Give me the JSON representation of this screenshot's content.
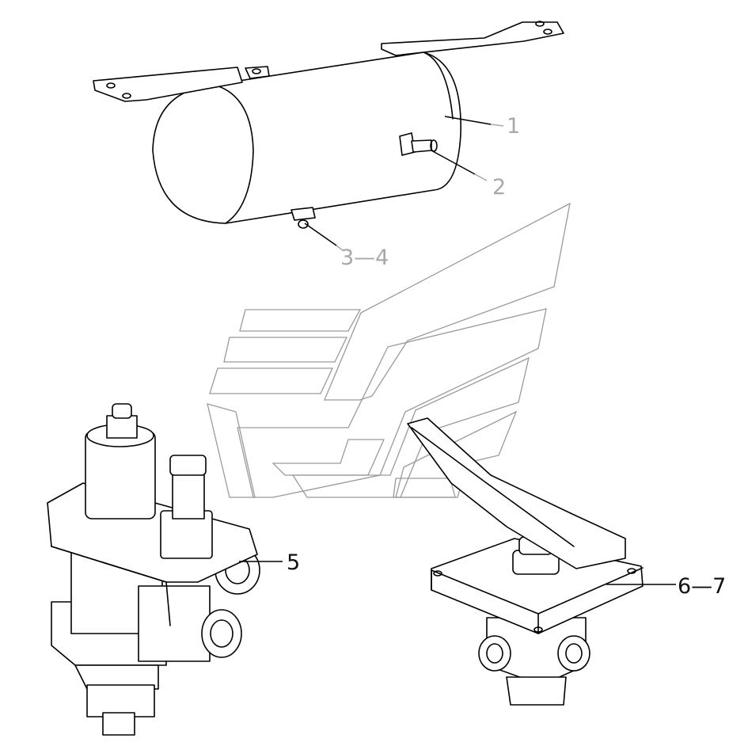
{
  "callouts": [
    {
      "id": "1",
      "text": "1"
    },
    {
      "id": "2",
      "text": "2"
    },
    {
      "id": "3-4",
      "text": "3—4"
    },
    {
      "id": "5",
      "text": "5"
    },
    {
      "id": "6-7",
      "text": "6—7"
    }
  ]
}
